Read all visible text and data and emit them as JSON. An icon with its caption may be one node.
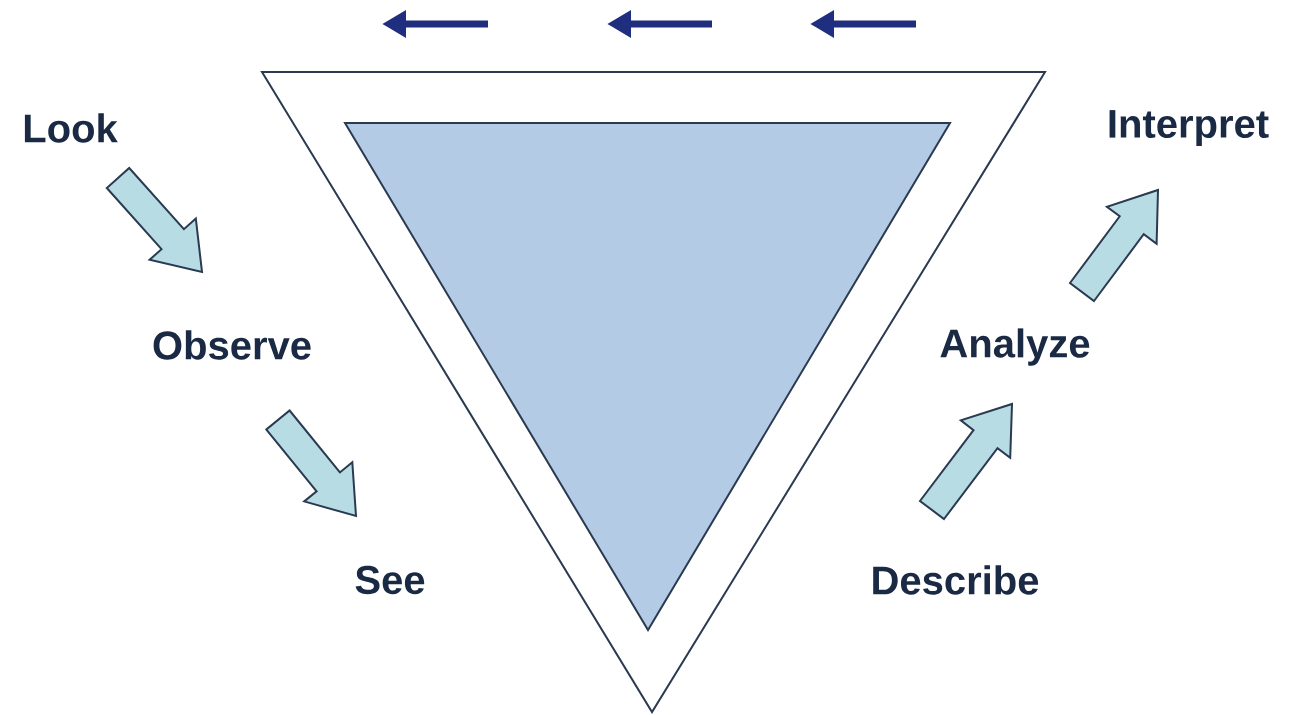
{
  "diagram": {
    "nodes": [
      {
        "text": [
          "Look"
        ]
      },
      {
        "text": [
          "Observe"
        ]
      },
      {
        "text": [
          "See"
        ]
      },
      {
        "text": [
          "Describe"
        ]
      },
      {
        "text": [
          "Analyze"
        ]
      },
      {
        "text": [
          "Interpret"
        ]
      }
    ],
    "edges": [
      {
        "from": 0,
        "to": 1,
        "arrow": "to"
      },
      {
        "from": 1,
        "to": 2,
        "arrow": "to"
      },
      {
        "from": 3,
        "to": 4,
        "arrow": "to"
      },
      {
        "from": 4,
        "to": 5,
        "arrow": "to"
      }
    ]
  }
}
